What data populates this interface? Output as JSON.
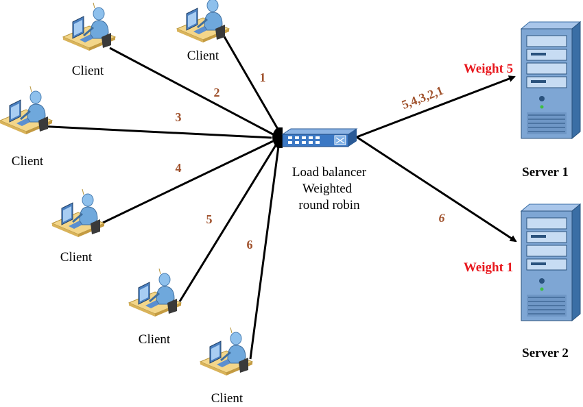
{
  "clients": [
    {
      "id": "client-1",
      "label": "Client"
    },
    {
      "id": "client-2",
      "label": "Client"
    },
    {
      "id": "client-3",
      "label": "Client"
    },
    {
      "id": "client-4",
      "label": "Client"
    },
    {
      "id": "client-5",
      "label": "Client"
    },
    {
      "id": "client-6",
      "label": "Client"
    }
  ],
  "request_numbers": [
    "1",
    "2",
    "3",
    "4",
    "5",
    "6"
  ],
  "load_balancer": {
    "line1": "Load balancer",
    "line2": "Weighted",
    "line3": "round robin"
  },
  "server1": {
    "label": "Server 1",
    "weight": "Weight 5",
    "sequence": "5,4,3,2,1"
  },
  "server2": {
    "label": "Server 2",
    "weight": "Weight 1",
    "sequence": "6"
  },
  "colors": {
    "number_text": "#a0522d",
    "weight_text": "#e8171d",
    "server_body": "#7ea6d4",
    "server_dark": "#3a6ea5",
    "client_person": "#6fa8dc",
    "desk": "#f3d68a",
    "lb_body": "#3b78c4"
  },
  "icons": {
    "client": "client-workstation-icon",
    "server": "server-tower-icon",
    "load_balancer": "network-switch-icon"
  }
}
